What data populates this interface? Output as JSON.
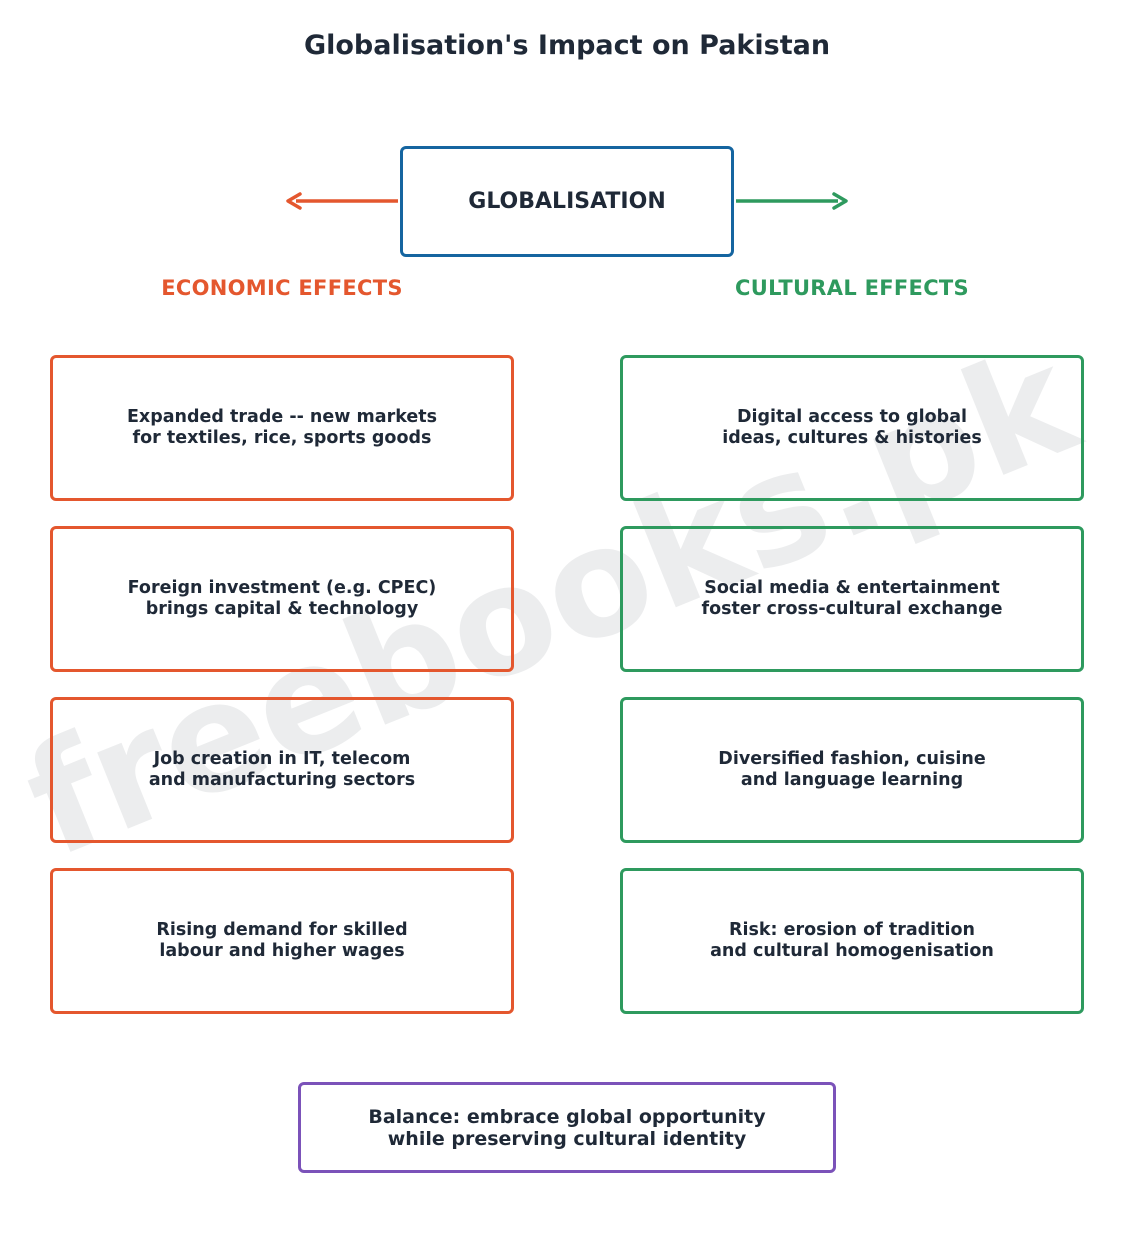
{
  "title": "Globalisation's Impact on Pakistan",
  "center": {
    "label": "GLOBALISATION"
  },
  "economic": {
    "heading": "ECONOMIC EFFECTS",
    "items": [
      "Expanded trade -- new markets\nfor textiles, rice, sports goods",
      "Foreign investment (e.g. CPEC)\nbrings capital & technology",
      "Job creation in IT, telecom\nand manufacturing sectors",
      "Rising demand for skilled\nlabour and higher wages"
    ]
  },
  "cultural": {
    "heading": "CULTURAL EFFECTS",
    "items": [
      "Digital access to global\nideas, cultures & histories",
      "Social media & entertainment\nfoster cross-cultural exchange",
      "Diversified fashion, cuisine\nand language learning",
      "Risk: erosion of tradition\nand cultural homogenisation"
    ]
  },
  "balance": {
    "label": "Balance: embrace global opportunity\nwhile preserving cultural identity"
  },
  "watermark": "freebooks.pk",
  "colors": {
    "center": "#1565a0",
    "economic": "#e4572e",
    "cultural": "#2e9a5e",
    "balance": "#7b52b9",
    "text": "#1f2937"
  }
}
